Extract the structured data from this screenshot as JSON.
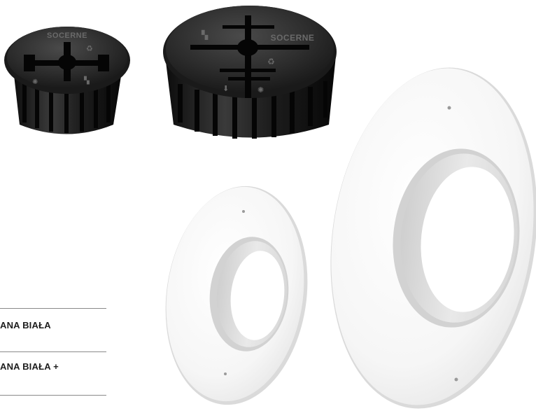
{
  "products": {
    "cap_small": {
      "brand": "SOCERNE"
    },
    "cap_large": {
      "brand": "SOCERNE"
    }
  },
  "captions": [
    {
      "text": "ANA BIAŁA"
    },
    {
      "text": "ANA BIAŁA +"
    }
  ]
}
